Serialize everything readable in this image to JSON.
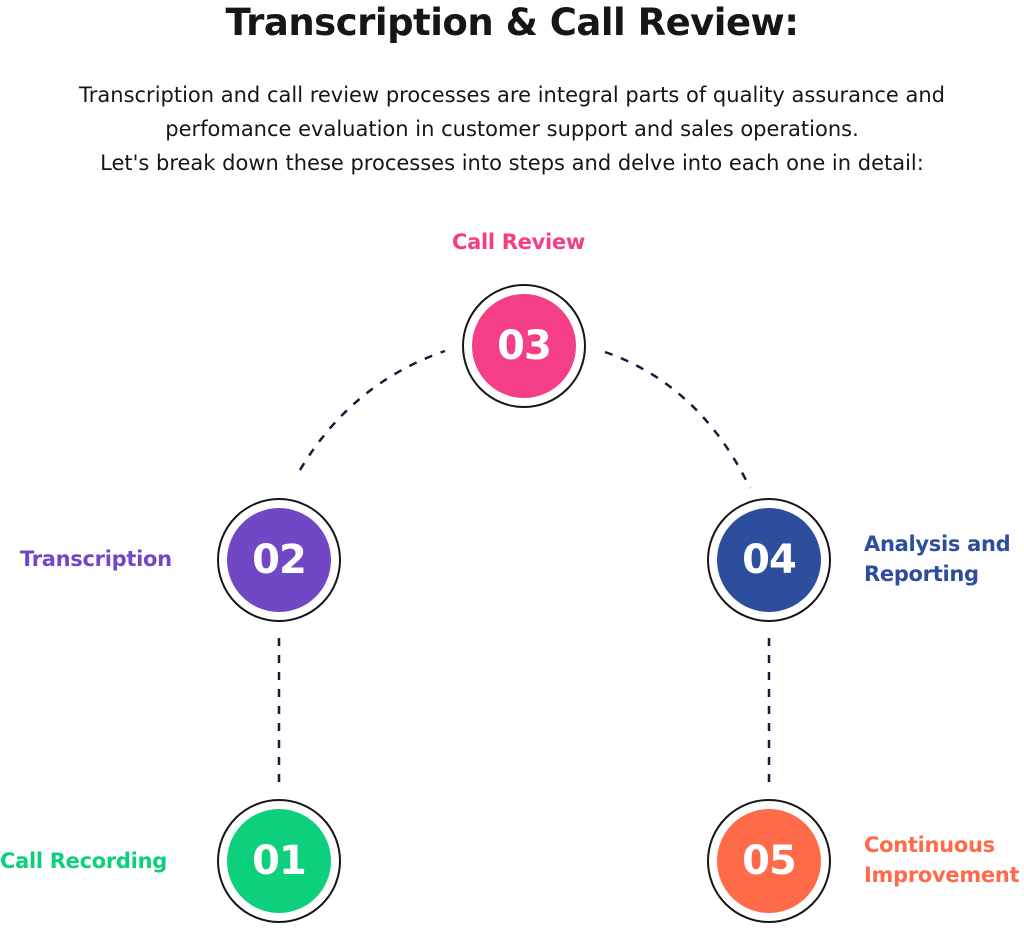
{
  "title": "Transcription & Call Review:",
  "intro": [
    "Transcription and call review processes are integral parts of quality assurance and",
    "perfomance evaluation in customer support and sales operations.",
    "Let's break down these processes into steps and delve into each one in detail:"
  ],
  "steps": [
    {
      "number": "01",
      "label": [
        "Call Recording"
      ],
      "color": "#0dd07d"
    },
    {
      "number": "02",
      "label": [
        "Transcription"
      ],
      "color": "#7048c6"
    },
    {
      "number": "03",
      "label": [
        "Call Review"
      ],
      "color": "#f43f86"
    },
    {
      "number": "04",
      "label": [
        "Analysis and",
        "Reporting"
      ],
      "color": "#2d4e9c"
    },
    {
      "number": "05",
      "label": [
        "Continuous",
        "Improvement"
      ],
      "color": "#ff6b49"
    }
  ],
  "connector_color": "#161a3a"
}
